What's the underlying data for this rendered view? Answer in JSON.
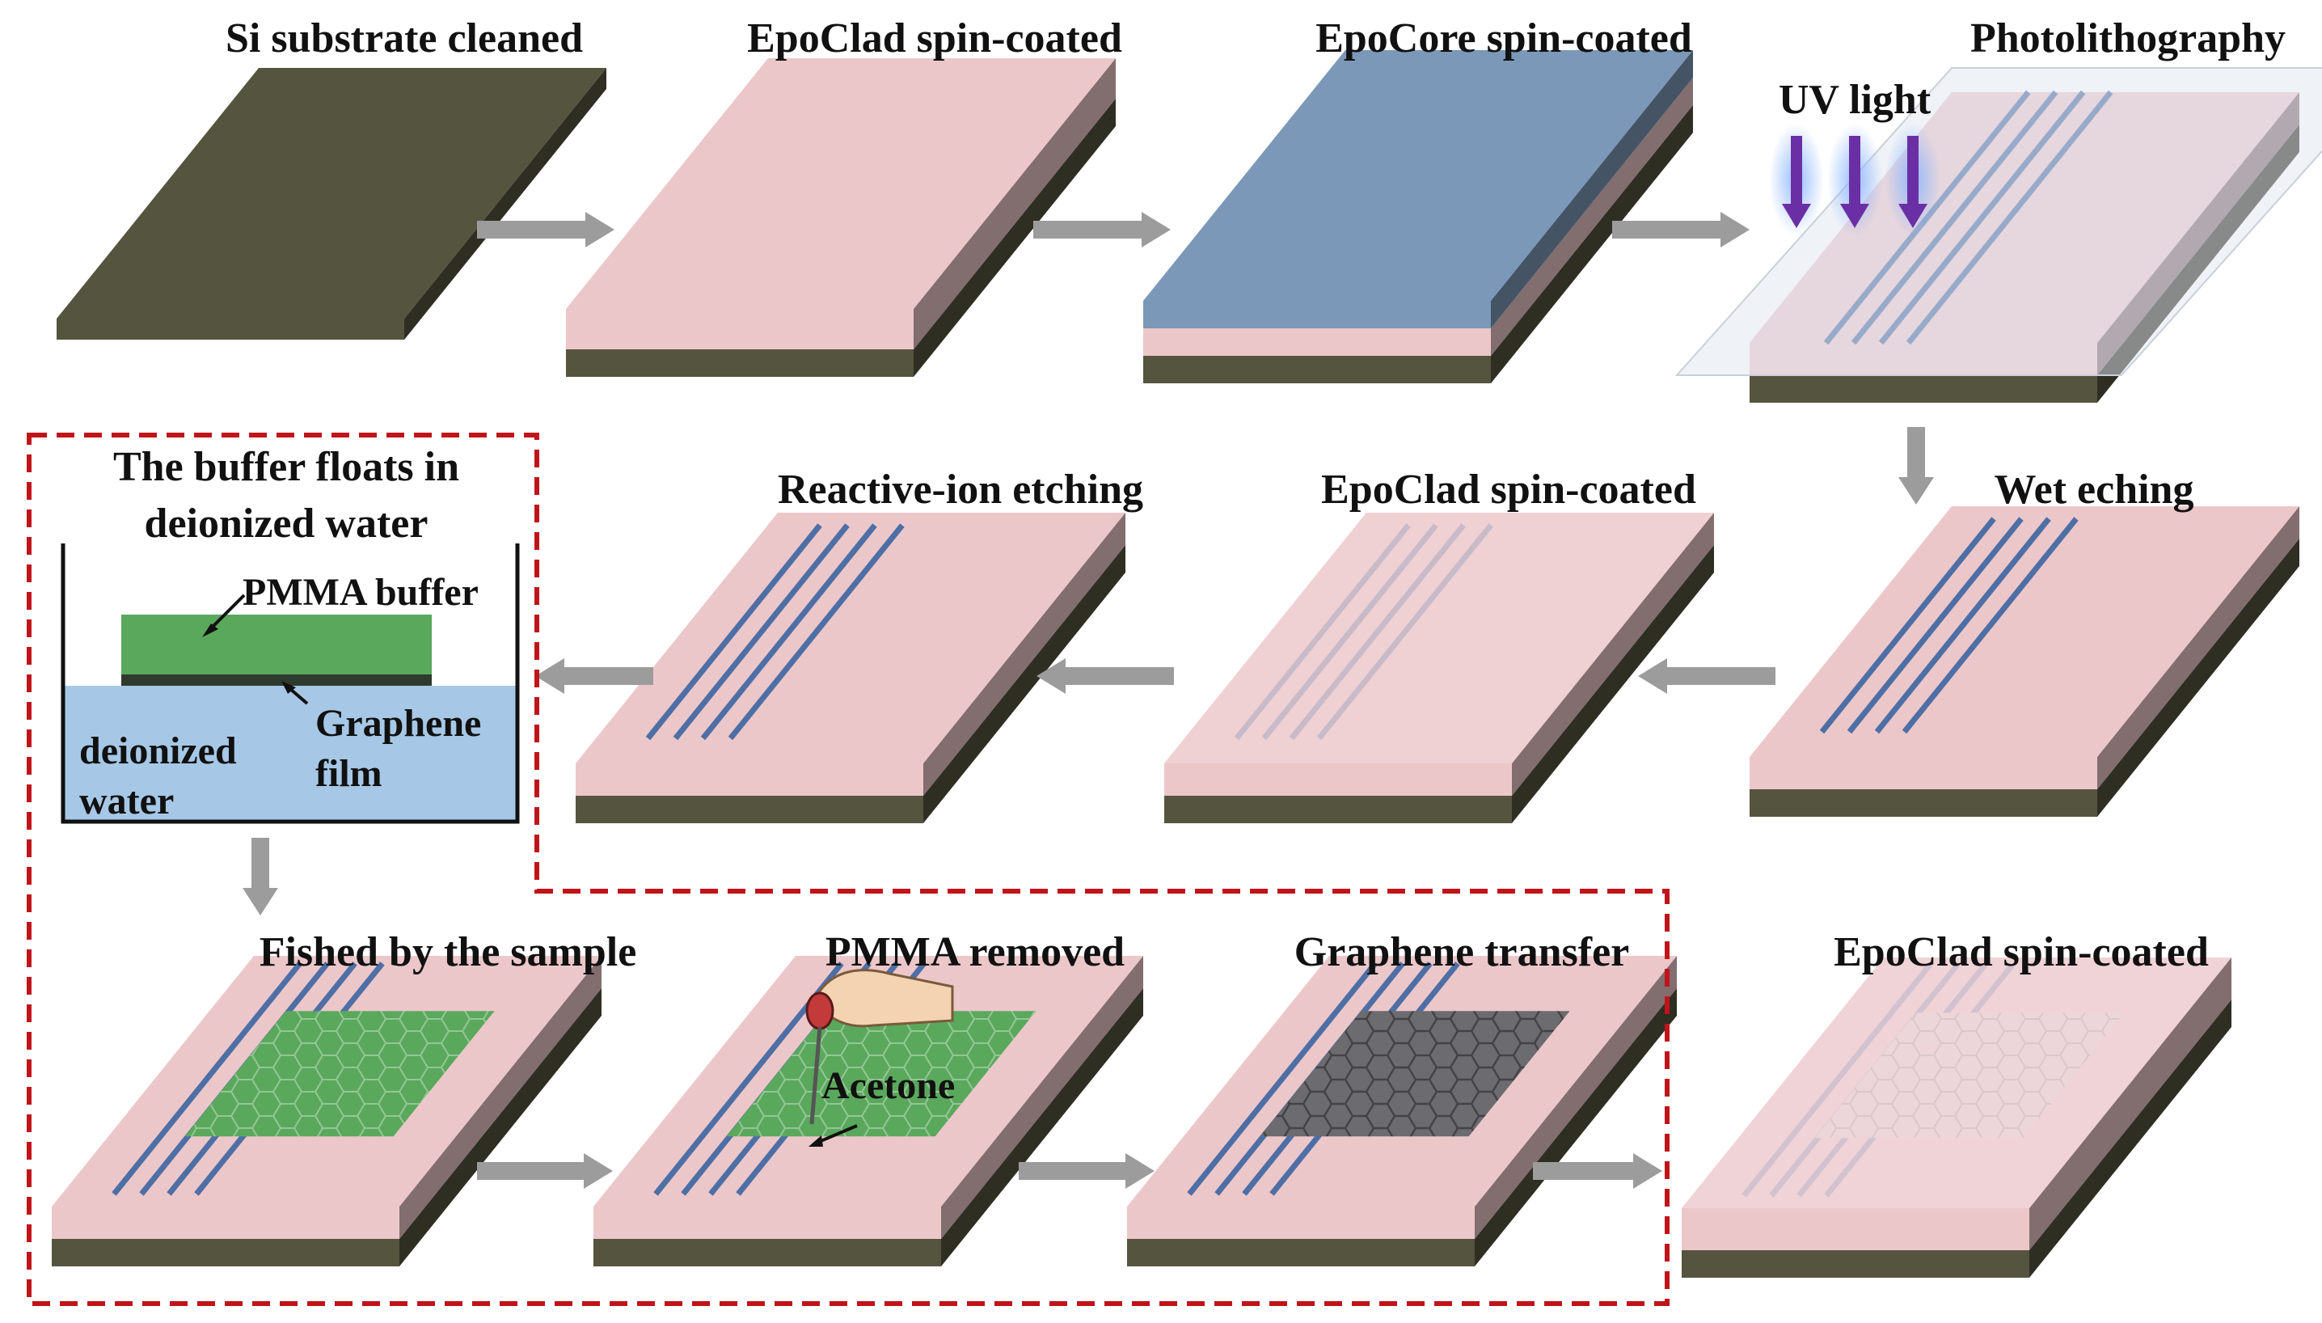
{
  "steps": [
    {
      "title": "Si substrate cleaned"
    },
    {
      "title": "EpoClad spin-coated"
    },
    {
      "title": "EpoCore spin-coated"
    },
    {
      "title": "Photolithography",
      "extra_label": "UV light"
    },
    {
      "title": "Wet eching"
    },
    {
      "title": "EpoClad spin-coated"
    },
    {
      "title": "Reactive-ion etching"
    },
    {
      "title": "The buffer floats in",
      "title_line2": "deionized water"
    },
    {
      "title": "Fished by the sample"
    },
    {
      "title": "PMMA removed",
      "extra_label": "Acetone"
    },
    {
      "title": "Graphene transfer"
    },
    {
      "title": "EpoClad spin-coated"
    }
  ],
  "beaker": {
    "pmma_label": "PMMA buffer",
    "graphene_label_1": "Graphene",
    "graphene_label_2": "film",
    "water_label_1": "deionized",
    "water_label_2": "water"
  },
  "colors": {
    "substrate": "#55543f",
    "clad": "#ecc7ca",
    "core": "#7b98b8",
    "waveguide": "#4e6fa5",
    "graphene_pmma": "#5aa85c",
    "graphene": "#3a3a3c",
    "water": "#a6c8e6",
    "arrow": "#9c9c9c",
    "uv": "#6b2fa5",
    "dashed_box": "#c0141a"
  }
}
